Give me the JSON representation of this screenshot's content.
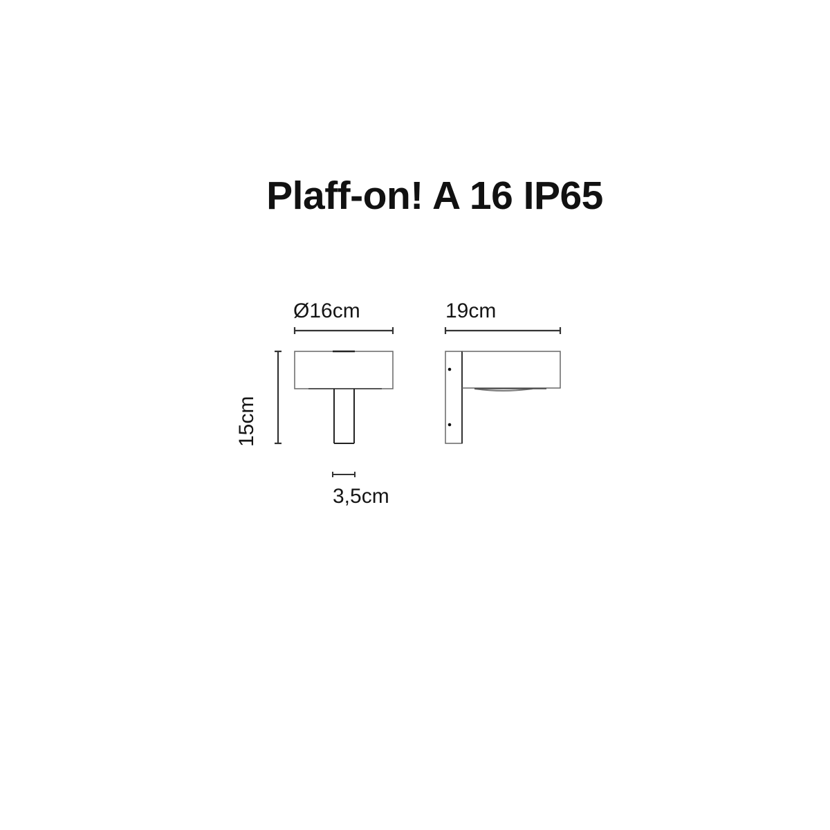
{
  "title": "Plaff-on! A 16 IP65",
  "front_view": {
    "width_label": "Ø16cm",
    "height_label": "15cm",
    "stem_width_label": "3,5cm"
  },
  "side_view": {
    "depth_label": "19cm"
  },
  "colors": {
    "ink": "#111111",
    "line": "#555555",
    "background": "#ffffff"
  }
}
